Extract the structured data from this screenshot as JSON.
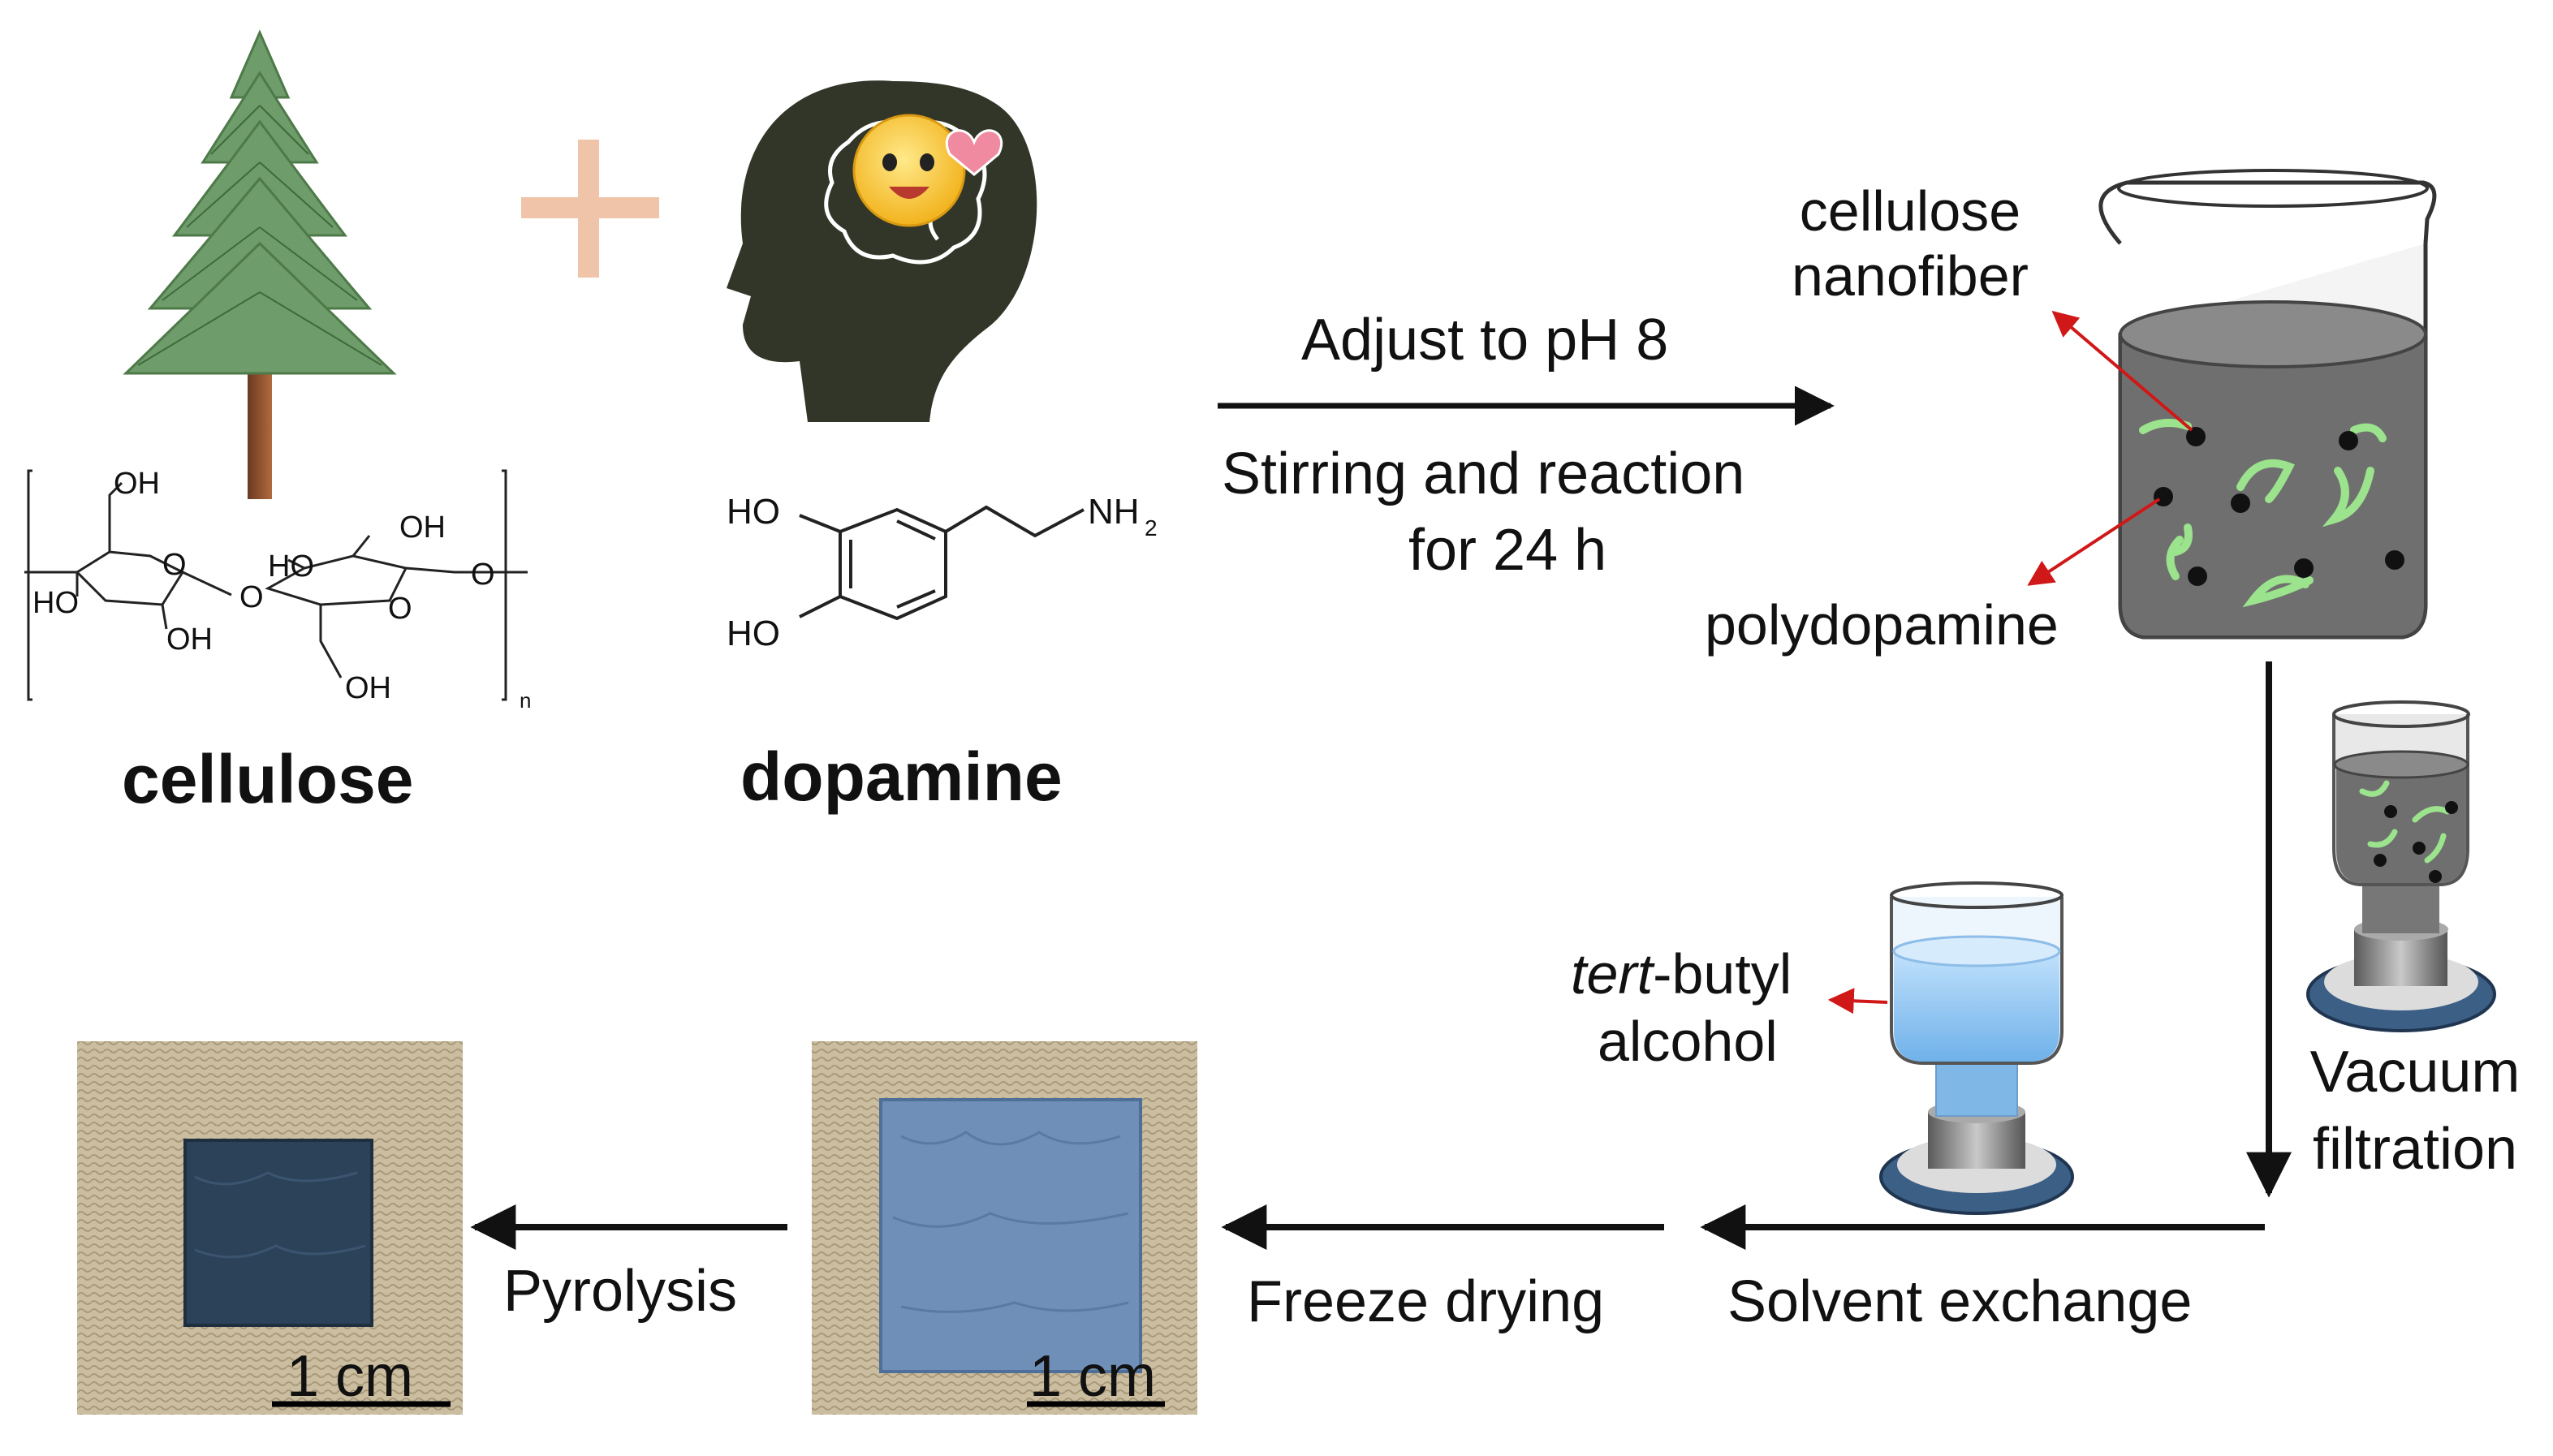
{
  "reactants": {
    "cellulose": {
      "name": "cellulose",
      "groups": [
        "OH",
        "HO",
        "OH",
        "HO",
        "OH",
        "OH",
        "O",
        "O",
        "O",
        "O"
      ],
      "repeat": "n"
    },
    "dopamine": {
      "name": "dopamine",
      "groups": [
        "HO",
        "HO"
      ],
      "amine": "NH",
      "amine_sub": "2"
    }
  },
  "steps": {
    "reaction_top": "Adjust to pH 8",
    "reaction_bottom_1": "Stirring and reaction",
    "reaction_bottom_2": "for 24 h",
    "filtration_1": "Vacuum",
    "filtration_2": "filtration",
    "solvent_exchange": "Solvent exchange",
    "freeze_drying": "Freeze drying",
    "pyrolysis": "Pyrolysis"
  },
  "annotations": {
    "nanofiber_1": "cellulose",
    "nanofiber_2": "nanofiber",
    "polydopamine": "polydopamine",
    "solvent_italic": "tert",
    "solvent_rest": "-butyl",
    "solvent_2": "alcohol"
  },
  "scale_bars": {
    "aerogel": "1 cm",
    "carbon": "1 cm"
  },
  "colors": {
    "arrow": "#111111",
    "pointer": "#d01818",
    "fiber": "#9be38c",
    "liquid_gray": "#6f6f6f",
    "water": "#8ec3f0"
  },
  "icons": [
    "tree-icon",
    "plus-icon",
    "head-icon",
    "beaker-icon",
    "filtration-icon",
    "solvent-beaker-icon"
  ]
}
